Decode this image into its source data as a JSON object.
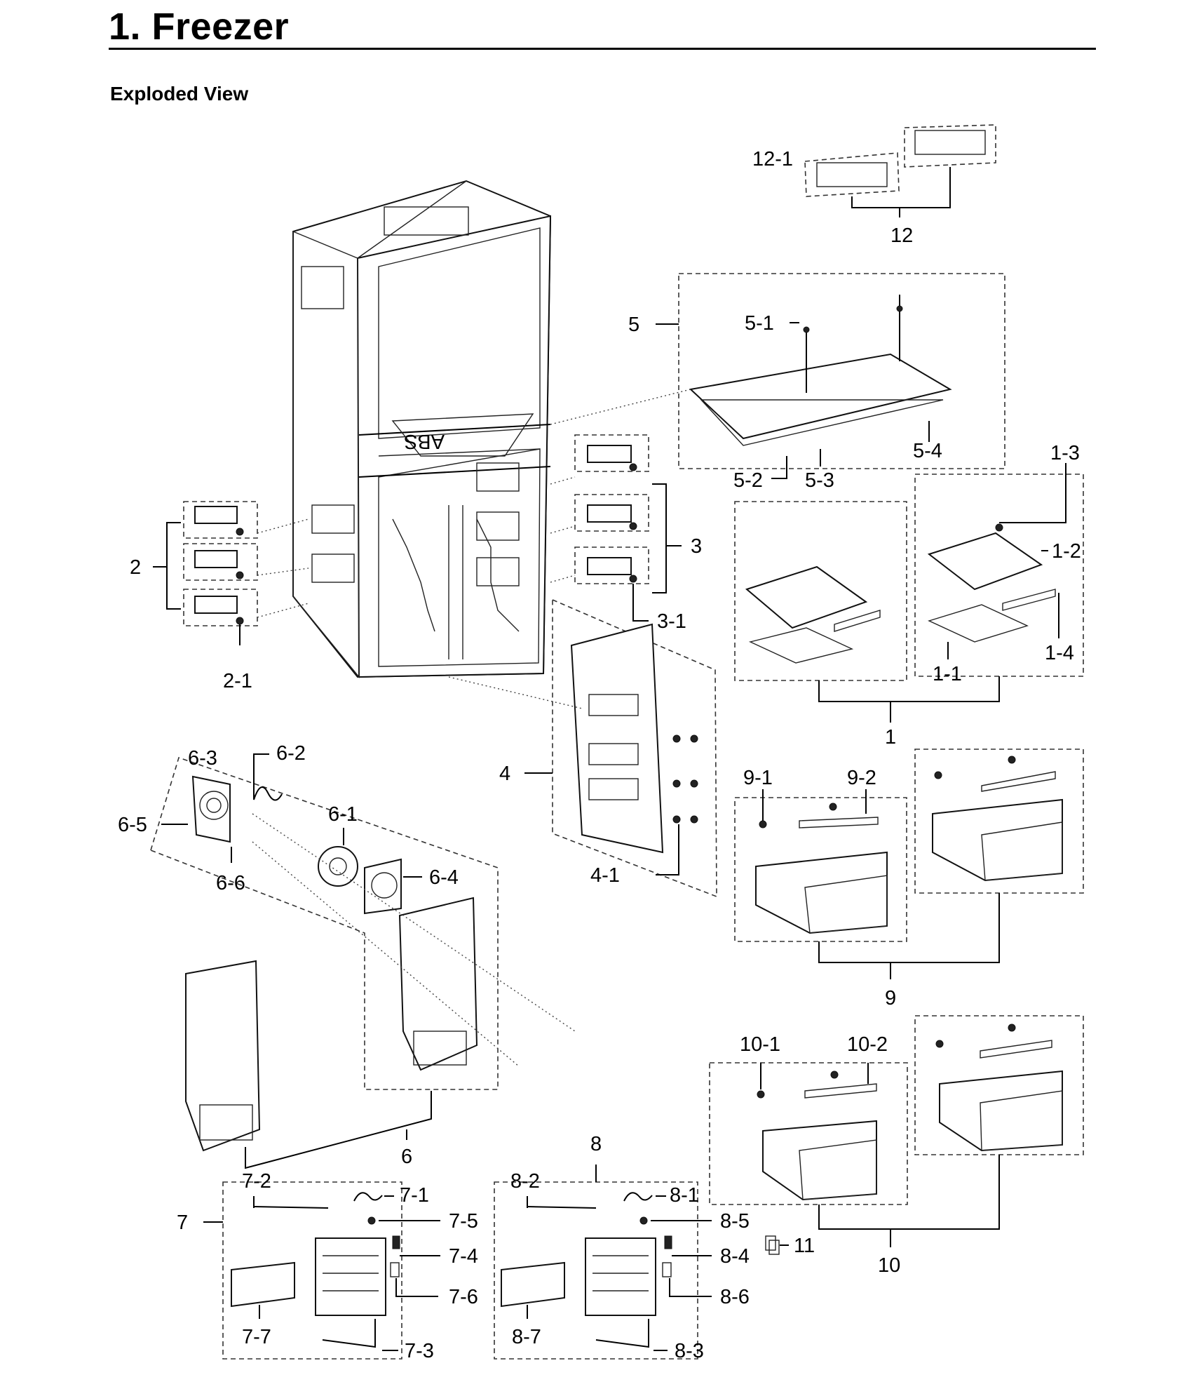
{
  "title": "1.  Freezer",
  "section": "Exploded View",
  "callouts": {
    "c1": "1",
    "c1_1": "1-1",
    "c1_2": "1-2",
    "c1_3": "1-3",
    "c1_4": "1-4",
    "c2": "2",
    "c2_1": "2-1",
    "c3": "3",
    "c3_1": "3-1",
    "c4": "4",
    "c4_1": "4-1",
    "c5": "5",
    "c5_1": "5-1",
    "c5_2": "5-2",
    "c5_3": "5-3",
    "c5_4": "5-4",
    "c6": "6",
    "c6_1": "6-1",
    "c6_2": "6-2",
    "c6_3": "6-3",
    "c6_4": "6-4",
    "c6_5": "6-5",
    "c6_6": "6-6",
    "c7": "7",
    "c7_1": "7-1",
    "c7_2": "7-2",
    "c7_3": "7-3",
    "c7_4": "7-4",
    "c7_5": "7-5",
    "c7_6": "7-6",
    "c7_7": "7-7",
    "c8": "8",
    "c8_1": "8-1",
    "c8_2": "8-2",
    "c8_3": "8-3",
    "c8_4": "8-4",
    "c8_5": "8-5",
    "c8_6": "8-6",
    "c8_7": "8-7",
    "c9": "9",
    "c9_1": "9-1",
    "c9_2": "9-2",
    "c10": "10",
    "c10_1": "10-1",
    "c10_2": "10-2",
    "c11": "11",
    "c12": "12",
    "c12_1": "12-1"
  },
  "embossed_text": "ABS"
}
